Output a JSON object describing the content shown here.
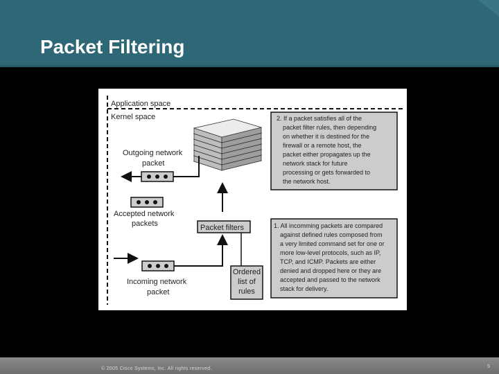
{
  "slide": {
    "title": "Packet Filtering",
    "copyright": "© 2005 Cisco Systems, Inc. All rights reserved.",
    "page_number": "5"
  },
  "diagram": {
    "application_space": "Application space",
    "kernel_space": "Kernel space",
    "outgoing_line1": "Outgoing network",
    "outgoing_line2": "packet",
    "accepted_line1": "Accepted network",
    "accepted_line2": "packets",
    "incoming_line1": "Incoming network",
    "incoming_line2": "packet",
    "packet_filters": "Packet filters",
    "ordered_line1": "Ordered",
    "ordered_line2": "list of",
    "ordered_line3": "rules",
    "note2": [
      "2. If a packet satisfies all of the",
      "packet filter rules, then depending",
      "on whether it is destined for the",
      "firewall or a remote host, the",
      "packet either propagates up the",
      "network stack for future",
      "processing or gets forwarded to",
      "the network host."
    ],
    "note1": [
      "1. All incomming packets are compared",
      "against defined rules composed from",
      "a very limited command set for one or",
      "more low-level protocols, such as IP,",
      "TCP, and ICMP. Packets are either",
      "denied and dropped here or they are",
      "accepted and passed to the network",
      "stack for delivery."
    ]
  }
}
